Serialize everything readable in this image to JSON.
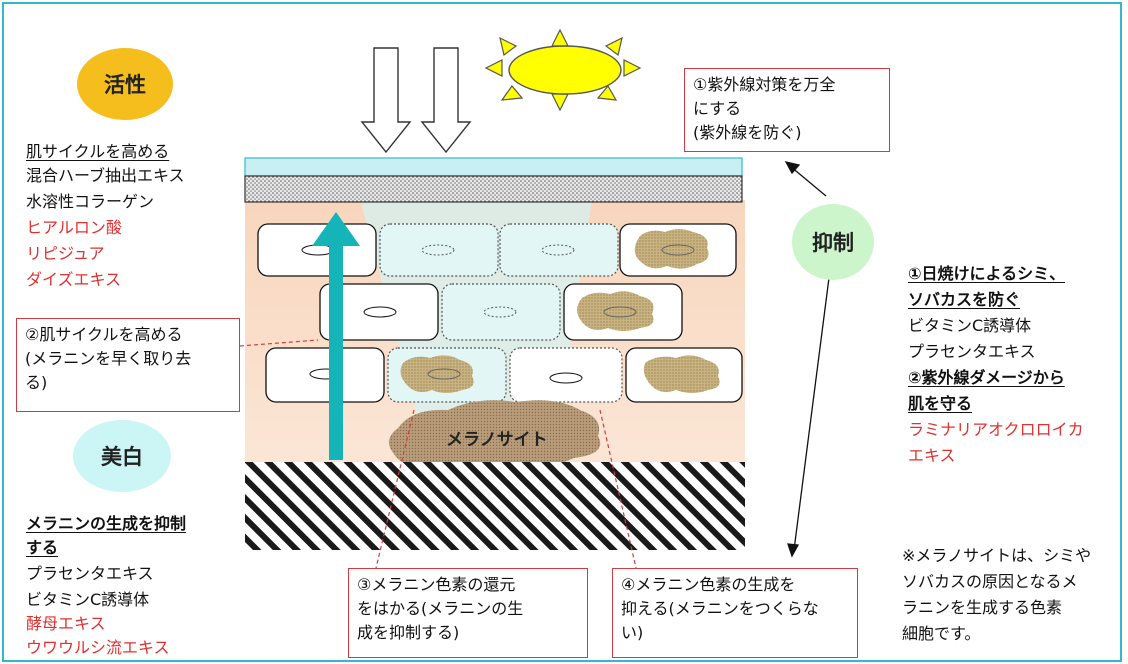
{
  "labels": {
    "active": "活性",
    "whitening": "美白",
    "suppress": "抑制",
    "melanocyte": "メラノサイト"
  },
  "left_top": {
    "heading": "肌サイクルを高める",
    "items": [
      "混合ハーブ抽出エキス",
      "水溶性コラーゲン"
    ],
    "items_red": [
      "ヒアルロン酸",
      "リピジュア",
      "ダイズエキス"
    ]
  },
  "left_bottom": {
    "heading_lines": [
      "メラニンの生成を抑制",
      "する"
    ],
    "items": [
      "プラセンタエキス",
      "ビタミンC誘導体"
    ],
    "items_red": [
      "酵母エキス",
      "ウワウルシ流エキス"
    ]
  },
  "right": {
    "heading1_lines": [
      "①日焼けによるシミ、",
      "ソバカスを防ぐ"
    ],
    "items": [
      "ビタミンC誘導体",
      "プラセンタエキス"
    ],
    "heading2_lines": [
      "②紫外線ダメージから",
      "肌を守る"
    ],
    "items_red": [
      "ラミナリアオクロロイカ",
      "エキス"
    ]
  },
  "callouts": {
    "c1": [
      "①紫外線対策を万全",
      "にする",
      "(紫外線を防ぐ)"
    ],
    "c2": [
      "②肌サイクルを高める",
      "(メラニンを早く取り去",
      "る)"
    ],
    "c3": [
      "③メラニン色素の還元",
      "をはかる(メラニンの生",
      "成を抑制する)"
    ],
    "c4": [
      "④メラニン色素の生成を",
      "抑える(メラニンをつくらな",
      "い)"
    ]
  },
  "note": [
    "※メラノサイトは、シミや",
    "ソバカスの原因となるメ",
    "ラニンを生成する色素",
    "細胞です。"
  ],
  "colors": {
    "frame": "#37b6d3",
    "callout_border": "#d23b46",
    "red_text": "#e03030",
    "sun": "#ffff00",
    "active_circle": "#f5be1c",
    "pale_circle": "#ccf5cc",
    "teal_arrow": "#14b4b8",
    "skin": "#f9dcc6",
    "pigment": "#c2ab74",
    "melanocyte": "#b79a78"
  }
}
